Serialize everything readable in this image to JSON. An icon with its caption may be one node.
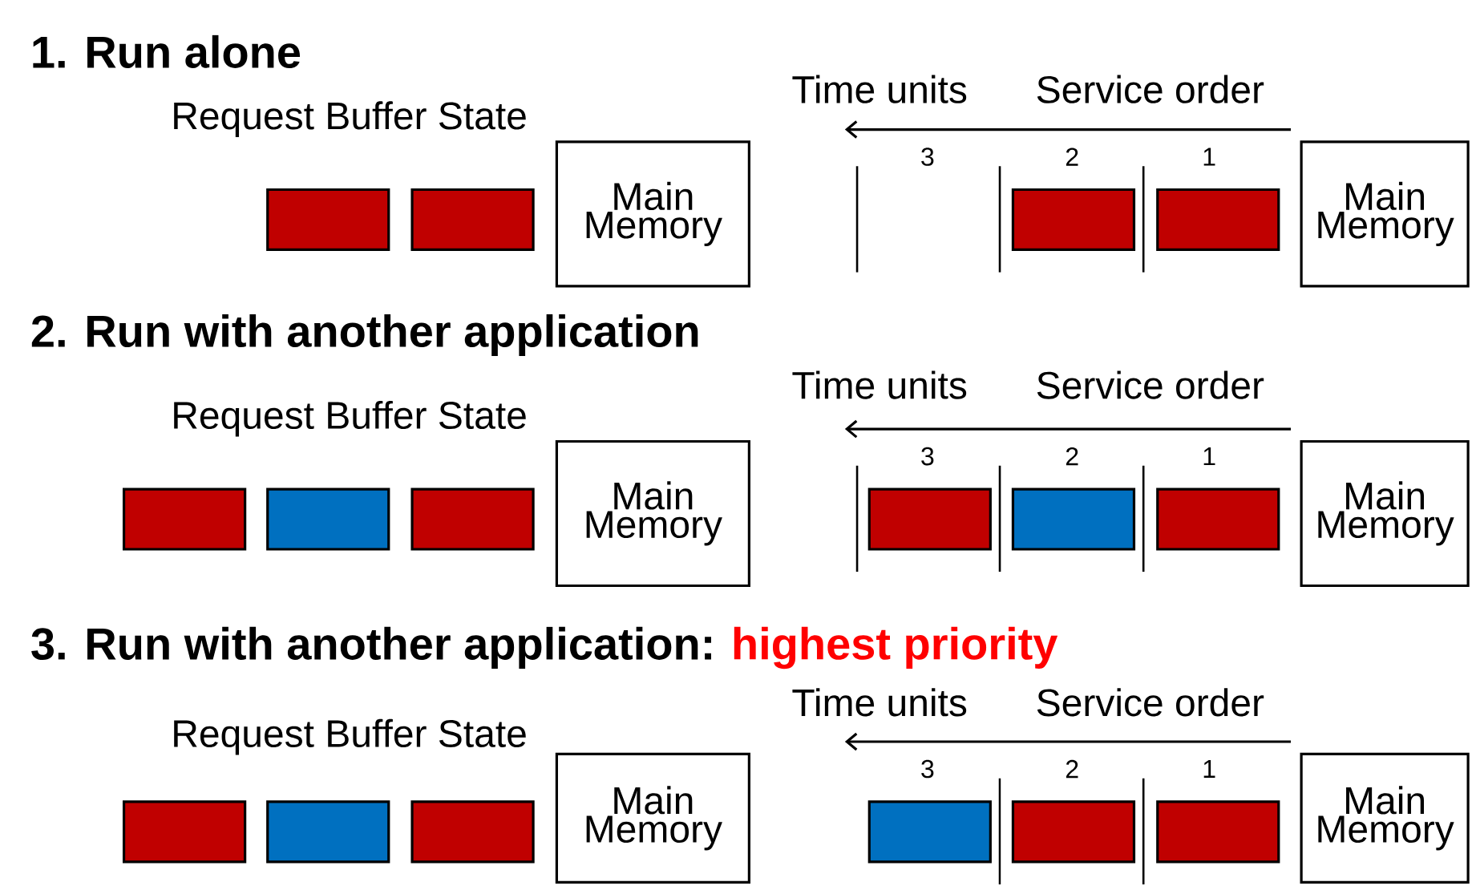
{
  "diagram": {
    "nodes": [
      {
        "text": [],
        "shape": "box"
      },
      {
        "text": [],
        "shape": "box"
      },
      {
        "text": [
          "Main Memory"
        ]
      },
      {
        "text": [],
        "shape": "box"
      },
      {
        "text": [],
        "shape": "box"
      },
      {
        "text": [
          "Main Memory"
        ]
      },
      {
        "text": [],
        "shape": "box"
      },
      {
        "text": [],
        "shape": "box"
      },
      {
        "text": [],
        "shape": "box"
      },
      {
        "text": [
          "Main Memory"
        ]
      },
      {
        "text": [],
        "shape": "box"
      },
      {
        "text": [],
        "shape": "box"
      },
      {
        "text": [],
        "shape": "box"
      },
      {
        "text": [
          "Main Memory"
        ]
      },
      {
        "text": [],
        "shape": "box"
      },
      {
        "text": [],
        "shape": "box"
      },
      {
        "text": [],
        "shape": "box"
      },
      {
        "text": [
          "Main Memory"
        ]
      },
      {
        "text": [],
        "shape": "box"
      },
      {
        "text": [],
        "shape": "box"
      },
      {
        "text": [],
        "shape": "box"
      },
      {
        "text": [
          "Main Memory"
        ]
      }
    ],
    "labels": [
      "1. Run alone",
      "Time units",
      "Service order",
      "Request Buffer State",
      "3",
      "2",
      "1",
      "2. Run with another application",
      "Time units",
      "Service order",
      "Request Buffer State",
      "3",
      "2",
      "1",
      "3. Run with another application:",
      "highest priority",
      "Time units",
      "Service order",
      "Request Buffer State",
      "3",
      "2",
      "1"
    ]
  }
}
